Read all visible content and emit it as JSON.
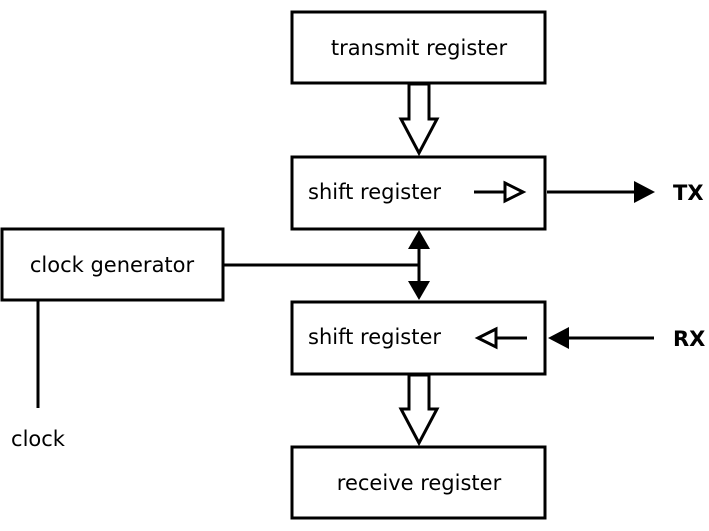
{
  "blocks": {
    "transmit_register": "transmit register",
    "tx_shift_register": "shift register",
    "rx_shift_register": "shift register",
    "receive_register": "receive register",
    "clock_generator": "clock generator"
  },
  "signals": {
    "tx": "TX",
    "rx": "RX",
    "clock": "clock"
  }
}
